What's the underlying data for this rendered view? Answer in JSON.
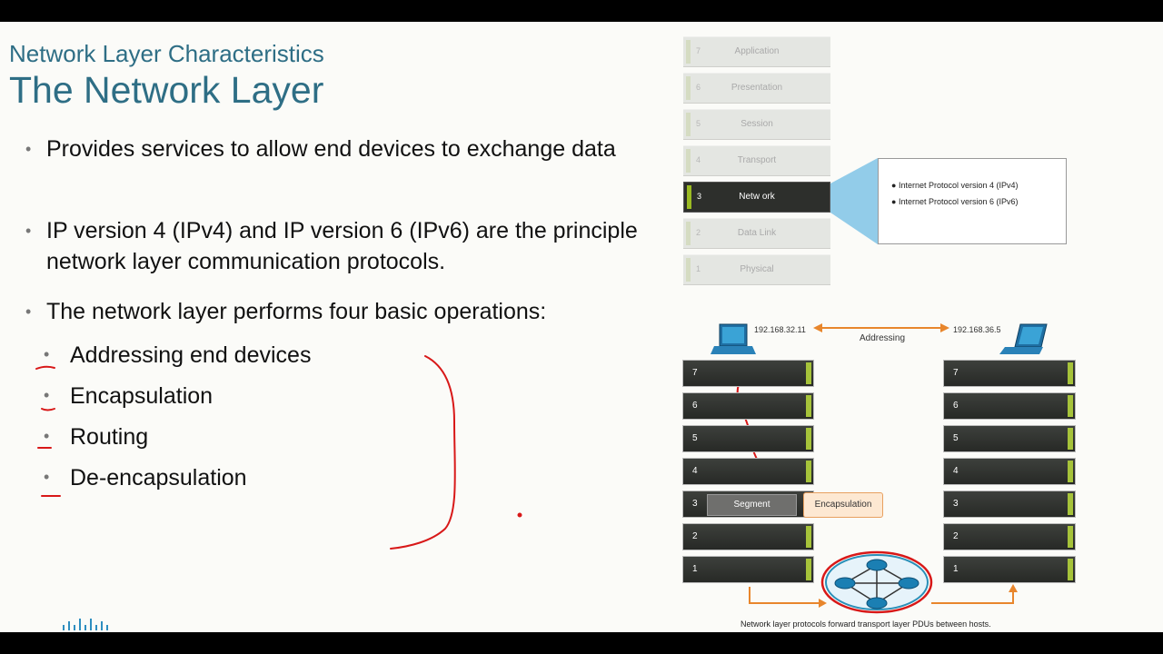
{
  "slide": {
    "subtitle": "Network Layer Characteristics",
    "title": "The Network Layer",
    "bullets": [
      "Provides services to allow end devices to exchange data",
      "IP version 4 (IPv4) and IP version 6 (IPv6) are the principle network layer communication protocols.",
      "The network layer performs four basic operations:"
    ],
    "subbullets": [
      "Addressing end devices",
      "Encapsulation",
      "Routing",
      "De-encapsulation"
    ],
    "bullet_symbol": "•"
  },
  "osi_layers": [
    {
      "num": "7",
      "name": "Application"
    },
    {
      "num": "6",
      "name": "Presentation"
    },
    {
      "num": "5",
      "name": "Session"
    },
    {
      "num": "4",
      "name": "Transport"
    },
    {
      "num": "3",
      "name": "Netw ork"
    },
    {
      "num": "2",
      "name": "Data Link"
    },
    {
      "num": "1",
      "name": "Physical"
    }
  ],
  "protocols": [
    "Internet Protocol version 4 (IPv4)",
    "Internet Protocol version 6 (IPv6)"
  ],
  "diagram": {
    "src_ip": "192.168.32.11",
    "dst_ip": "192.168.36.5",
    "addressing": "Addressing",
    "segment": "Segment",
    "encapsulation": "Encapsulation",
    "layer_nums": [
      "7",
      "6",
      "5",
      "4",
      "3",
      "2",
      "1"
    ],
    "caption": "Network layer protocols forward transport layer PDUs between hosts."
  },
  "colors": {
    "title": "#2e6e85",
    "accent": "#9bbb23",
    "annotation": "#d81818",
    "arrow": "#e8862c",
    "network_cloud": "#2a8fb8"
  }
}
